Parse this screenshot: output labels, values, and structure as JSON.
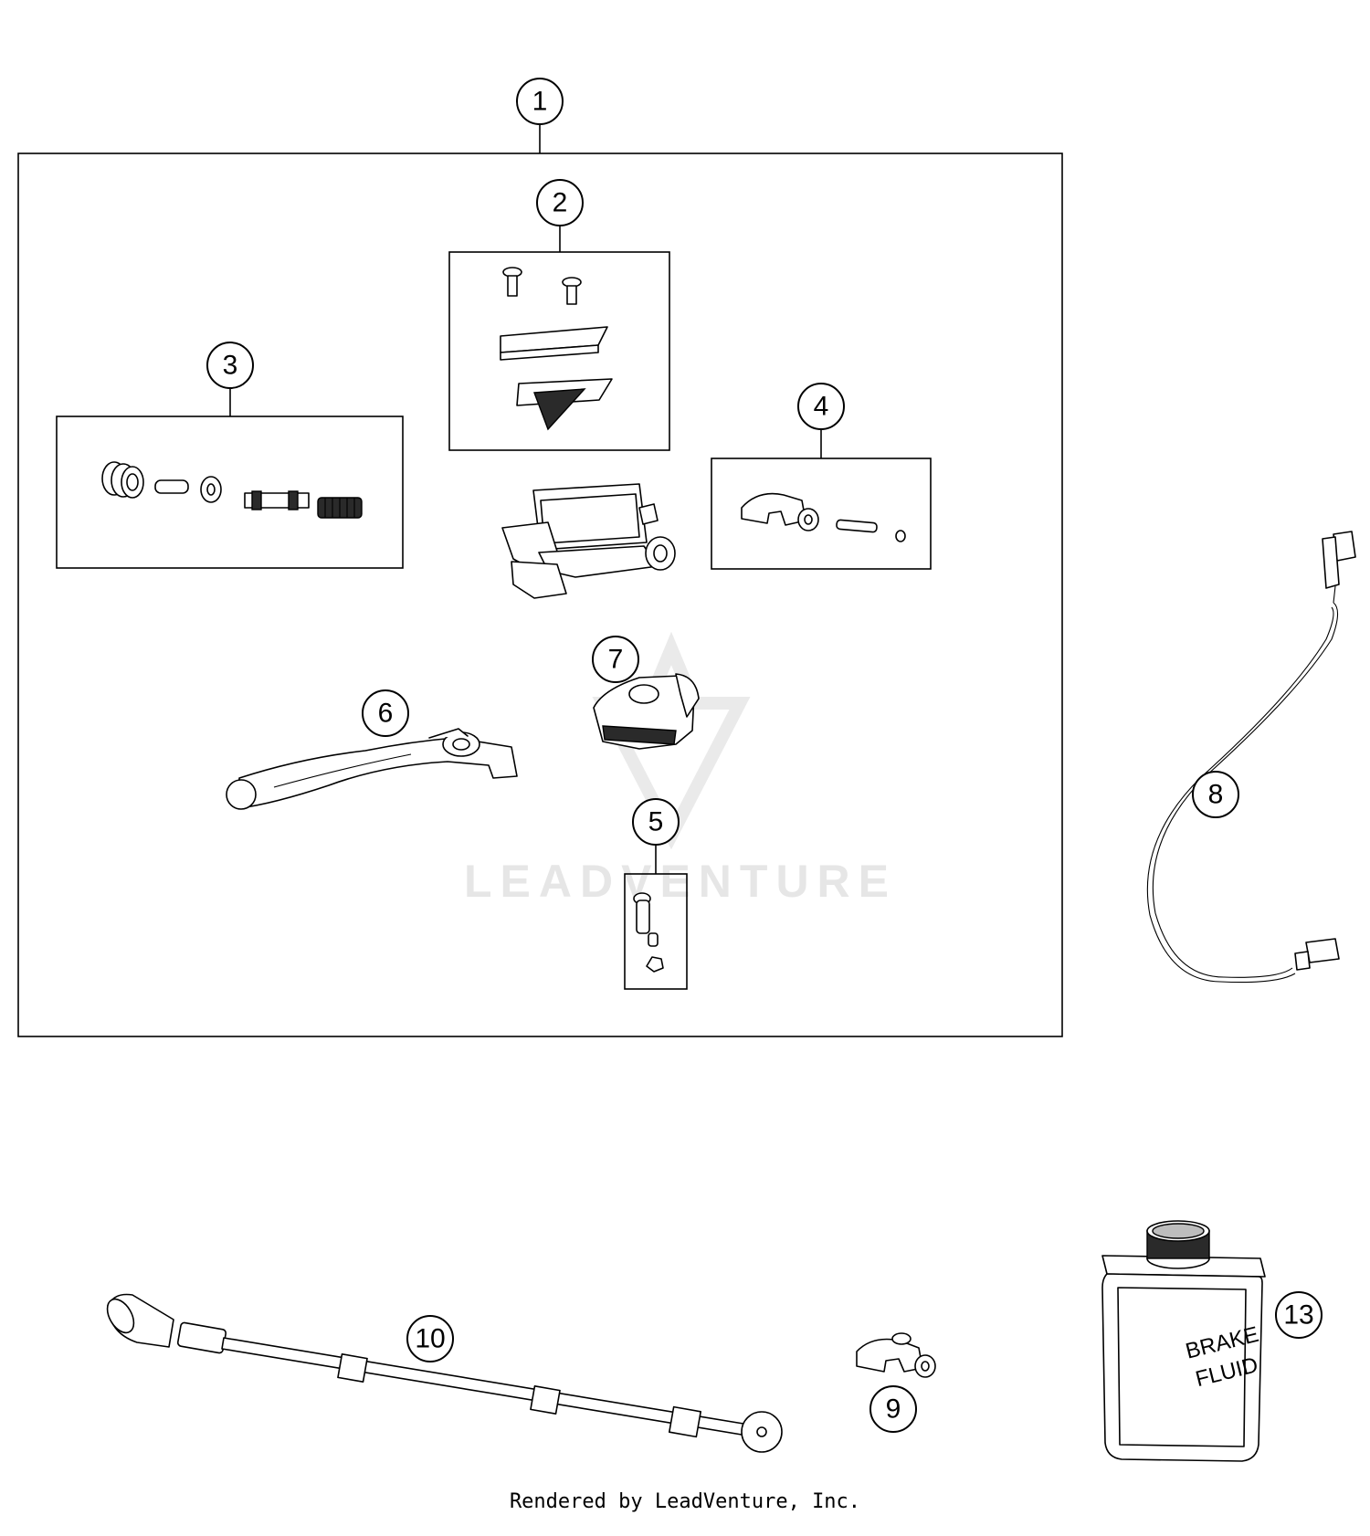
{
  "callouts": [
    {
      "label": "1"
    },
    {
      "label": "2"
    },
    {
      "label": "3"
    },
    {
      "label": "4"
    },
    {
      "label": "5"
    },
    {
      "label": "6"
    },
    {
      "label": "7"
    },
    {
      "label": "8"
    },
    {
      "label": "9"
    },
    {
      "label": "10"
    },
    {
      "label": "13"
    }
  ],
  "watermark": "LEADVENTURE",
  "bottle": {
    "line1": "BRAKE",
    "line2": "FLUID"
  },
  "footer": "Rendered by LeadVenture, Inc."
}
